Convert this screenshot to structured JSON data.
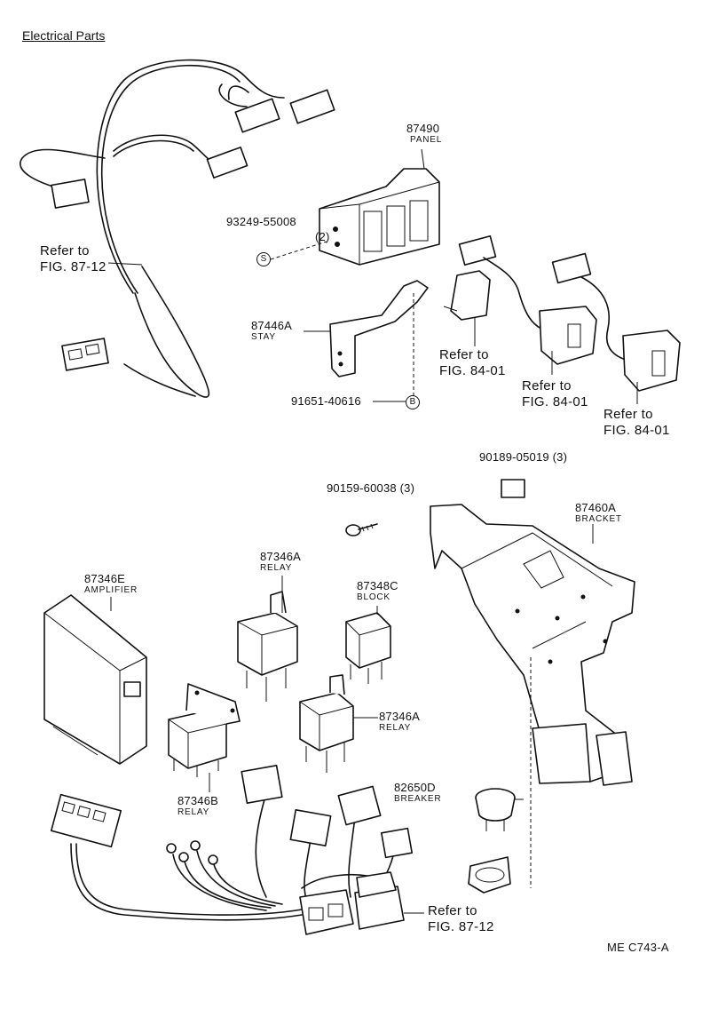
{
  "title": "Electrical Parts",
  "figure_code": "ME  C743-A",
  "callout_s": "S",
  "callout_b": "B",
  "parts": {
    "panel": {
      "number": "87490",
      "name": "PANEL"
    },
    "screw_panel": {
      "number": "93249-55008",
      "qty": "(2)"
    },
    "stay": {
      "number": "87446A",
      "name": "STAY"
    },
    "screw_stay": {
      "number": "91651-40616"
    },
    "nut_clip": {
      "number": "90189-05019 (3)"
    },
    "bolt": {
      "number": "90159-60038 (3)"
    },
    "bracket": {
      "number": "87460A",
      "name": "BRACKET"
    },
    "amplifier": {
      "number": "87346E",
      "name": "AMPLIFIER"
    },
    "relay_top": {
      "number": "87346A",
      "name": "RELAY"
    },
    "block": {
      "number": "87348C",
      "name": "BLOCK"
    },
    "relay_mid": {
      "number": "87346A",
      "name": "RELAY"
    },
    "relay_b": {
      "number": "87346B",
      "name": "RELAY"
    },
    "breaker": {
      "number": "82650D",
      "name": "BREAKER"
    }
  },
  "refs": {
    "harness_top": {
      "line1": "Refer to",
      "line2": "FIG. 87-12"
    },
    "switch_cover": {
      "line1": "Refer to",
      "line2": "FIG. 84-01"
    },
    "switch_mid": {
      "line1": "Refer to",
      "line2": "FIG. 84-01"
    },
    "switch_right": {
      "line1": "Refer to",
      "line2": "FIG. 84-01"
    },
    "harness_bottom": {
      "line1": "Refer to",
      "line2": "FIG. 87-12"
    }
  }
}
